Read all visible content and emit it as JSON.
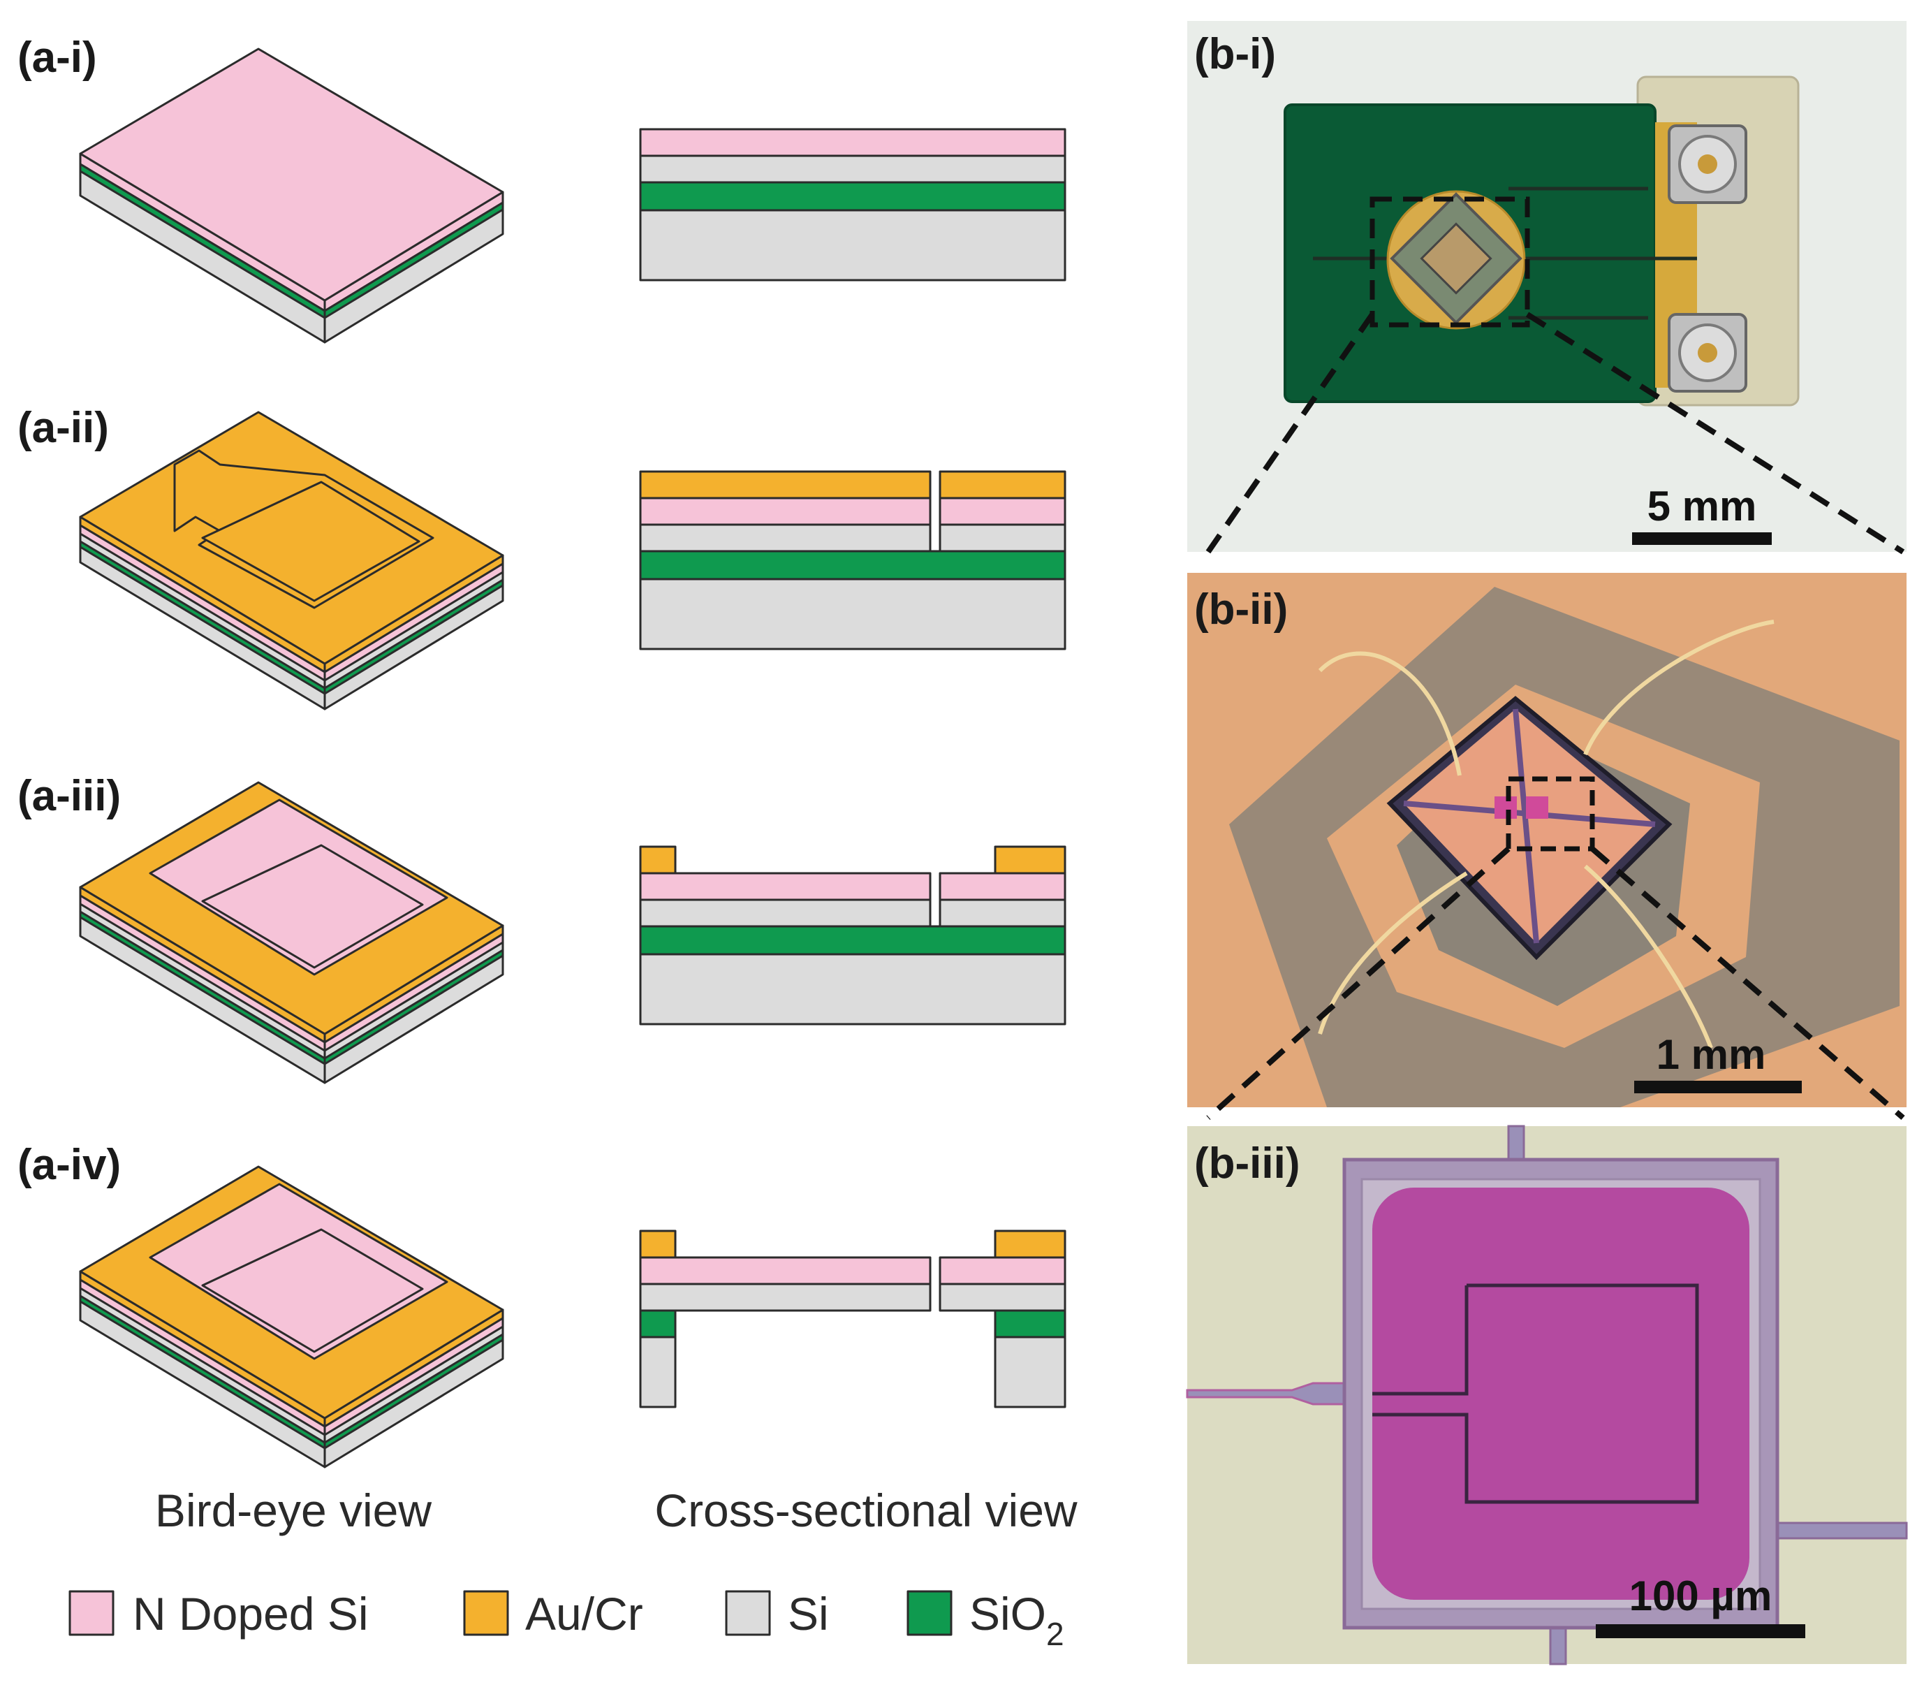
{
  "colors": {
    "n_doped_si": "#f6c3d8",
    "au_cr": "#f4b12e",
    "si": "#dcdcdc",
    "sio2": "#0f9a4f",
    "pcb_green": "#0a5a35",
    "copper": "#e2a87a",
    "mask_purple": "#b44aa0",
    "micro_bg": "#dcdcc2"
  },
  "panels_a": [
    {
      "label": "(a-i)"
    },
    {
      "label": "(a-ii)"
    },
    {
      "label": "(a-iii)"
    },
    {
      "label": "(a-iv)"
    }
  ],
  "view_labels": {
    "bird_eye": "Bird-eye view",
    "cross_section": "Cross-sectional view"
  },
  "legend": [
    {
      "label": "N Doped Si",
      "color": "#f6c3d8"
    },
    {
      "label": "Au/Cr",
      "color": "#f4b12e"
    },
    {
      "label": "Si",
      "color": "#dcdcdc"
    },
    {
      "label_main": "SiO",
      "label_sub": "2",
      "color": "#0f9a4f"
    }
  ],
  "panels_b": [
    {
      "label": "(b-i)",
      "scale_bar": "5 mm"
    },
    {
      "label": "(b-ii)",
      "scale_bar": "1 mm"
    },
    {
      "label": "(b-iii)",
      "scale_bar": "100 µm"
    }
  ]
}
